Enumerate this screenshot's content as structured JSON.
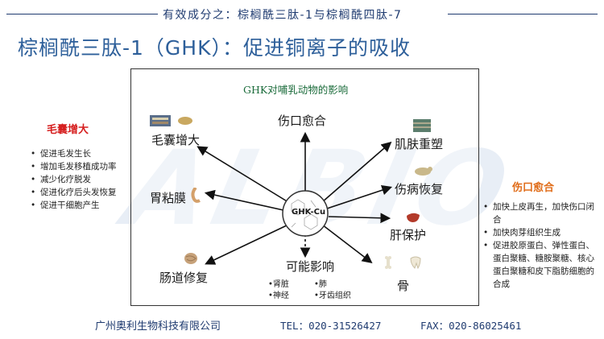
{
  "header": {
    "subtitle": "有效成分之：棕榈酰三肽-1与棕榈酰四肽-7",
    "title": "棕榈酰三肽-1（GHK）：促进铜离子的吸收"
  },
  "watermark": "ALBIO",
  "diagram": {
    "title": "GHK对哺乳动物的影响",
    "center": "GHK-Cu",
    "nodes": {
      "wound": "伤口愈合",
      "follicle": "毛囊增大",
      "skin": "肌肤重塑",
      "stomach": "胃粘膜",
      "lesion": "伤病恢复",
      "liver": "肝保护",
      "intestine": "肠道修复",
      "possible": "可能影响",
      "bone": "骨"
    },
    "possible_items": [
      "•肾脏",
      "•肺",
      "•神经",
      "•牙齿组织"
    ]
  },
  "left_panel": {
    "heading": "毛囊增大",
    "items": [
      "促进毛发生长",
      "增加毛发移植成功率",
      "减少化疗脱发",
      "促进化疗后头发恢复",
      "促进干细胞产生"
    ]
  },
  "right_panel": {
    "heading": "伤口愈合",
    "items": [
      "加快上皮再生，加快伤口闭合",
      "加快肉芽组织生成",
      "促进胶原蛋白、弹性蛋白、蛋白聚糖、糖胺聚糖、核心蛋白聚糖和皮下脂肪细胞的合成"
    ]
  },
  "footer": {
    "company": "广州奥利生物科技有限公司",
    "tel": "TEL：020-31526427",
    "fax": "FAX：020-86025461"
  },
  "colors": {
    "title_blue": "#2d5f9a",
    "navy": "#1f3b70",
    "left_heading_red": "#d62020",
    "right_heading_orange": "#e06d1a",
    "diagram_title_green": "#1a6b3a"
  }
}
